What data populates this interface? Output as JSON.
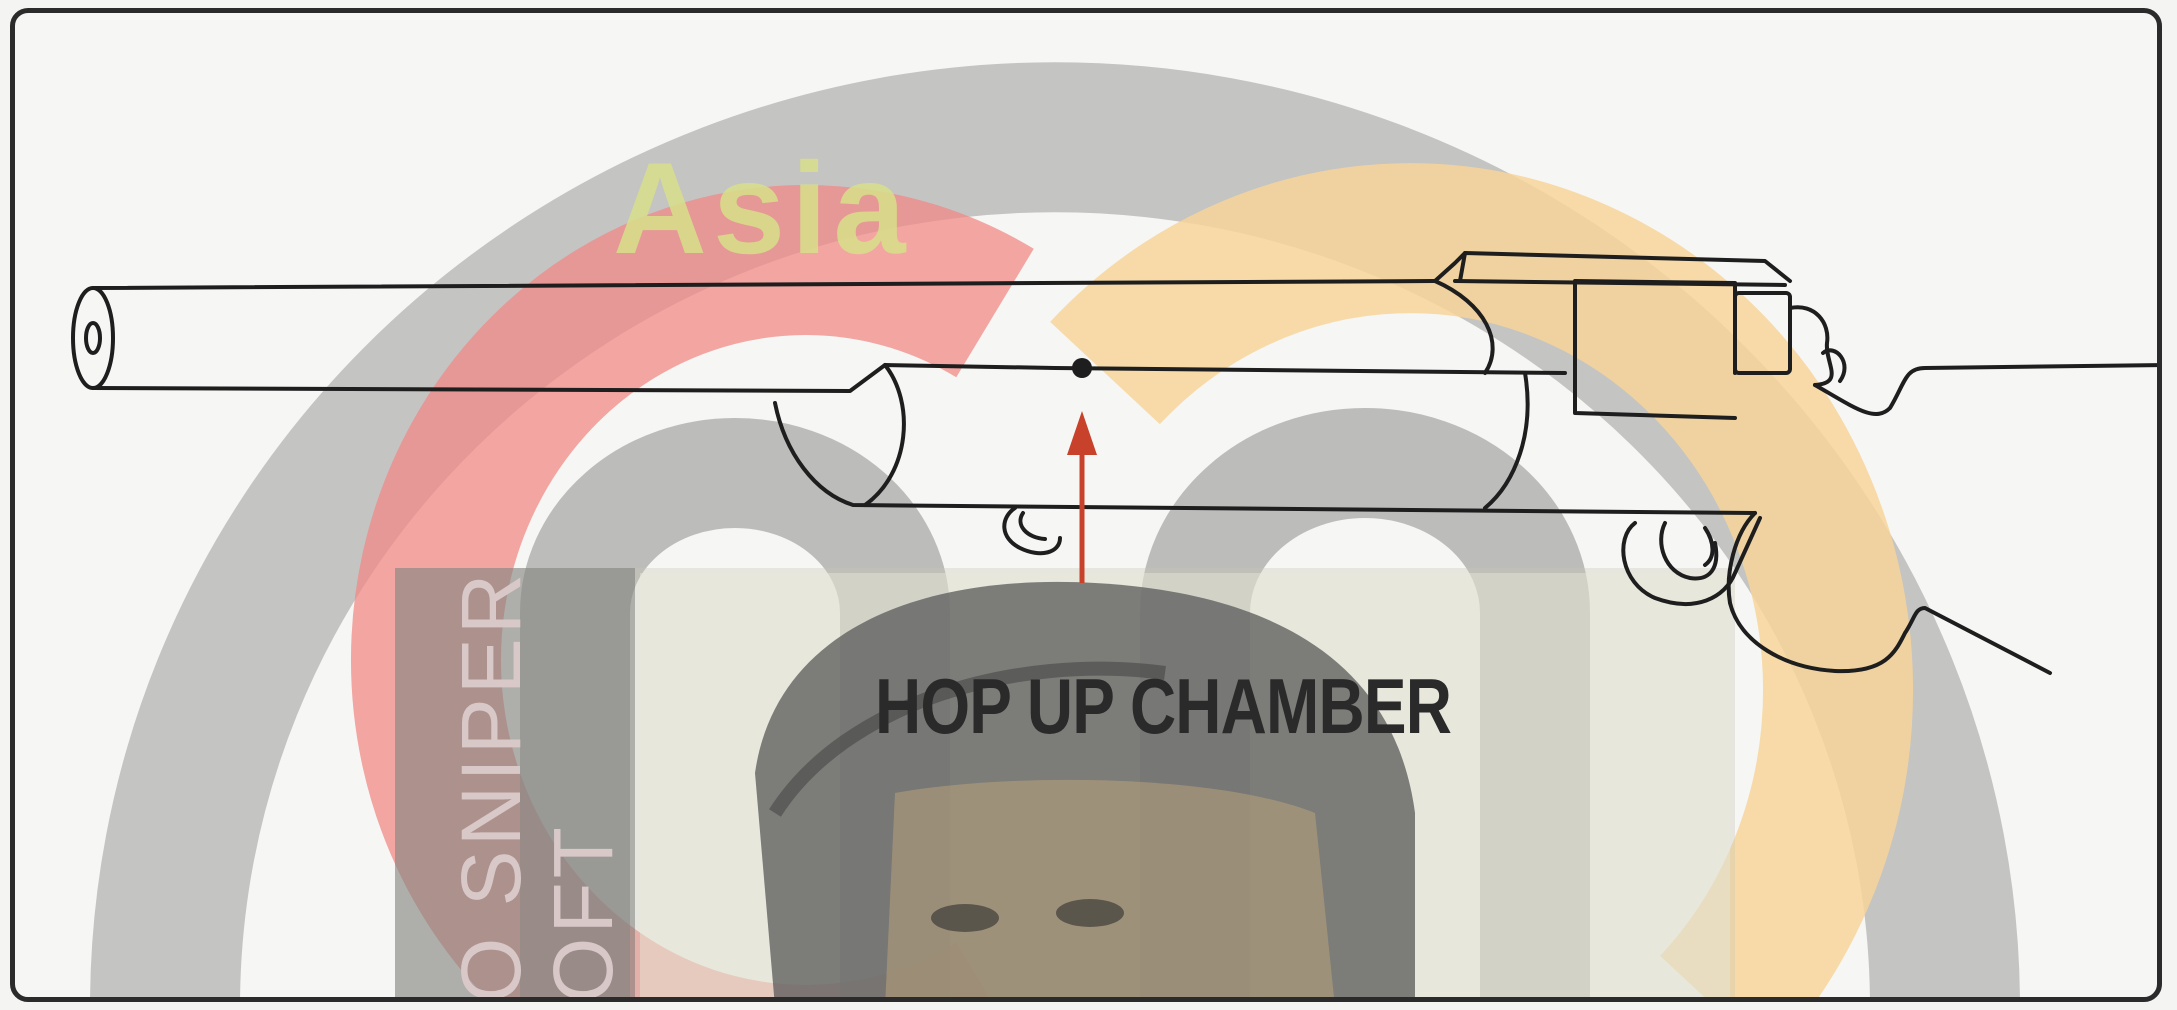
{
  "diagram": {
    "callout_label": "HOP UP CHAMBER"
  },
  "watermark": {
    "brand_word": "Asia",
    "side_text_line1": "O SNIPER",
    "side_text_line2": "OFT"
  },
  "colors": {
    "frame_border": "#2b2b2b",
    "line_art": "#1e1e1e",
    "arrow": "#c8412a",
    "logo_red": "#f08a86",
    "logo_orange": "#f7d59a",
    "logo_grey": "#8c8c8c"
  },
  "icons": {
    "arrow": "up-arrow-icon",
    "pointer_dot": "dot-icon"
  }
}
